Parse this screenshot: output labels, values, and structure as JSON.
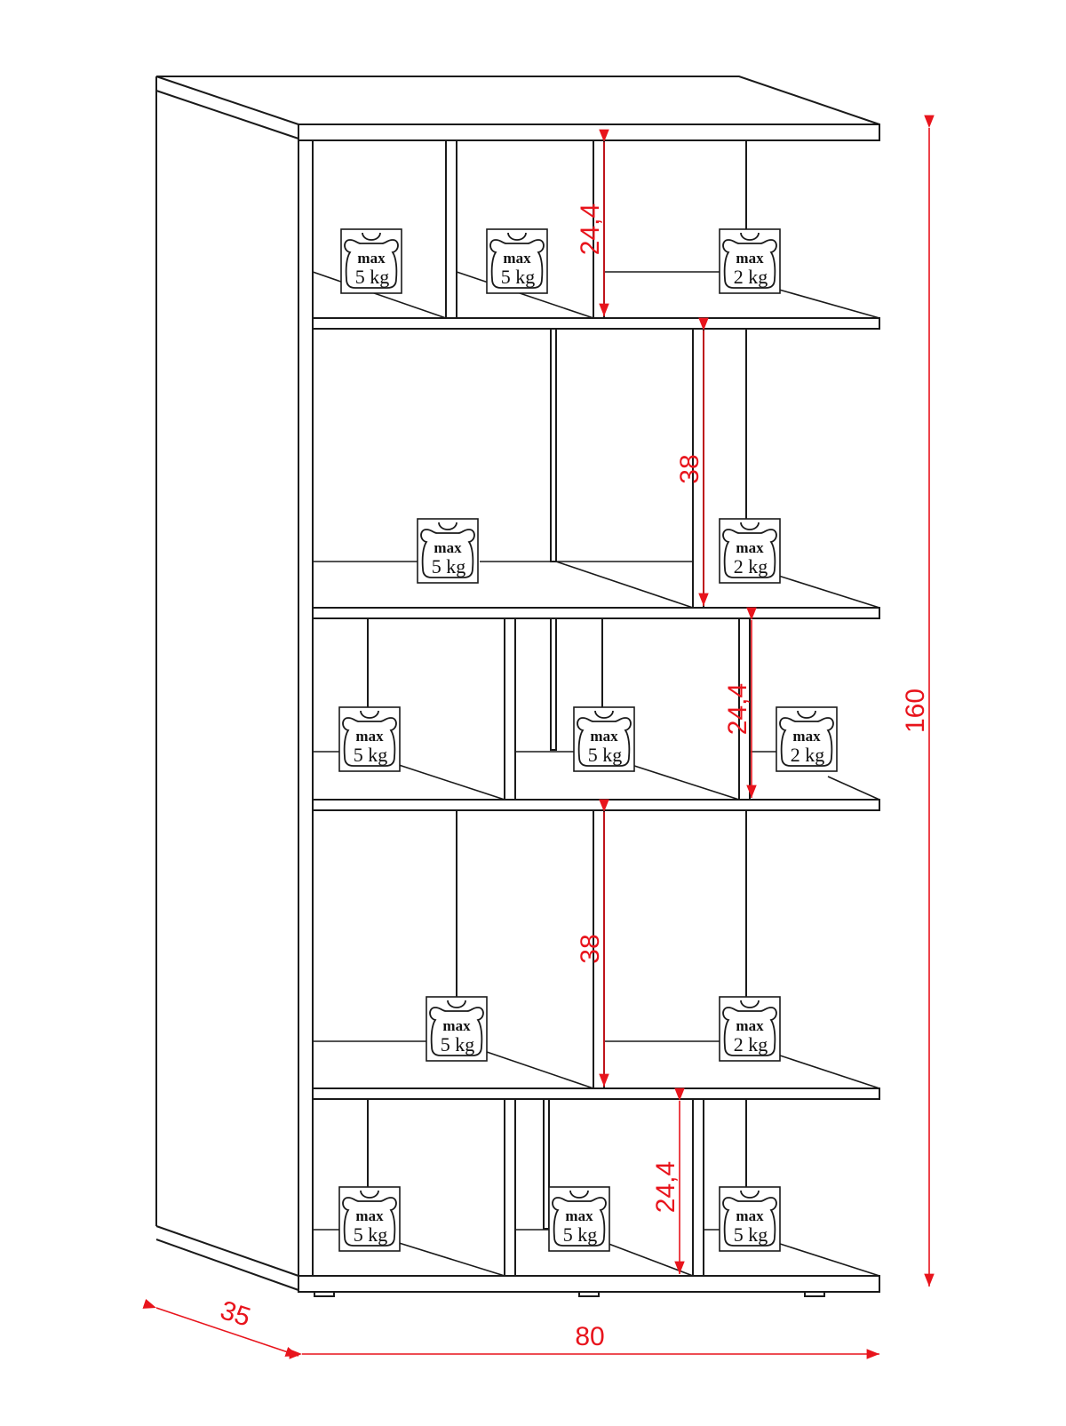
{
  "colors": {
    "line": "#1a1a1a",
    "dimension": "#e8141c",
    "background": "#ffffff"
  },
  "dimensions": {
    "height": "160",
    "width": "80",
    "depth": "35",
    "compartments": [
      {
        "label": "24,4"
      },
      {
        "label": "38"
      },
      {
        "label": "24,4"
      },
      {
        "label": "38"
      },
      {
        "label": "24,4"
      }
    ]
  },
  "load_labels": [
    {
      "max": "max",
      "load": "5 kg"
    },
    {
      "max": "max",
      "load": "5 kg"
    },
    {
      "max": "max",
      "load": "2 kg"
    },
    {
      "max": "max",
      "load": "5 kg"
    },
    {
      "max": "max",
      "load": "2 kg"
    },
    {
      "max": "max",
      "load": "5 kg"
    },
    {
      "max": "max",
      "load": "5 kg"
    },
    {
      "max": "max",
      "load": "2 kg"
    },
    {
      "max": "max",
      "load": "5 kg"
    },
    {
      "max": "max",
      "load": "2 kg"
    },
    {
      "max": "max",
      "load": "5 kg"
    },
    {
      "max": "max",
      "load": "5 kg"
    },
    {
      "max": "max",
      "load": "5 kg"
    }
  ]
}
